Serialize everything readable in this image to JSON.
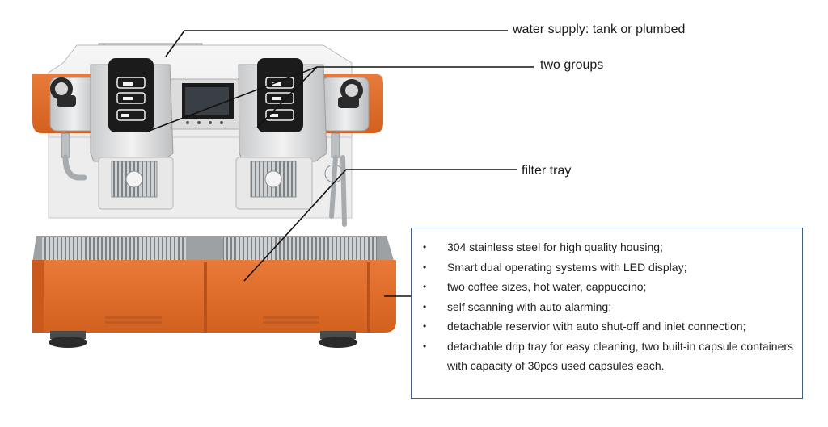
{
  "callouts": {
    "water_supply": "water supply: tank or plumbed",
    "two_groups": "two groups",
    "filter_tray": "filter tray"
  },
  "features": [
    "304 stainless steel for high quality housing;",
    "Smart dual operating systems with LED display;",
    "two coffee sizes, hot water, cappuccino;",
    "self scanning with auto alarming;",
    "detachable reservior with auto shut-off and inlet connection;",
    "detachable drip tray for easy cleaning, two built-in capsule containers with capacity of 30pcs used capsules each."
  ],
  "colors": {
    "body_orange": "#e0692a",
    "steel": "#d9d9d9",
    "panel_black": "#1c1c1c",
    "box_border": "#3f5f86",
    "leader_line": "#111111"
  }
}
